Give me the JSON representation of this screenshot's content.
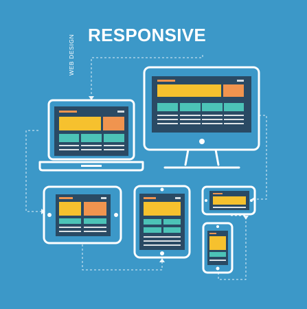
{
  "header": {
    "title": "RESPONSIVE",
    "subtitle": "WEB DESIGN"
  },
  "colors": {
    "background": "#3c98c8",
    "screen": "#2a4a64",
    "yellow": "#f6c12e",
    "orange": "#f0944f",
    "teal": "#4cc3b7",
    "line": "#ffffff"
  },
  "devices": [
    {
      "name": "desktop-monitor",
      "icon": "monitor-icon"
    },
    {
      "name": "laptop",
      "icon": "laptop-icon"
    },
    {
      "name": "tablet-landscape",
      "icon": "tablet-landscape-icon"
    },
    {
      "name": "tablet-portrait",
      "icon": "tablet-portrait-icon"
    },
    {
      "name": "phone-landscape",
      "icon": "phone-landscape-icon"
    },
    {
      "name": "phone-portrait",
      "icon": "phone-portrait-icon"
    }
  ]
}
